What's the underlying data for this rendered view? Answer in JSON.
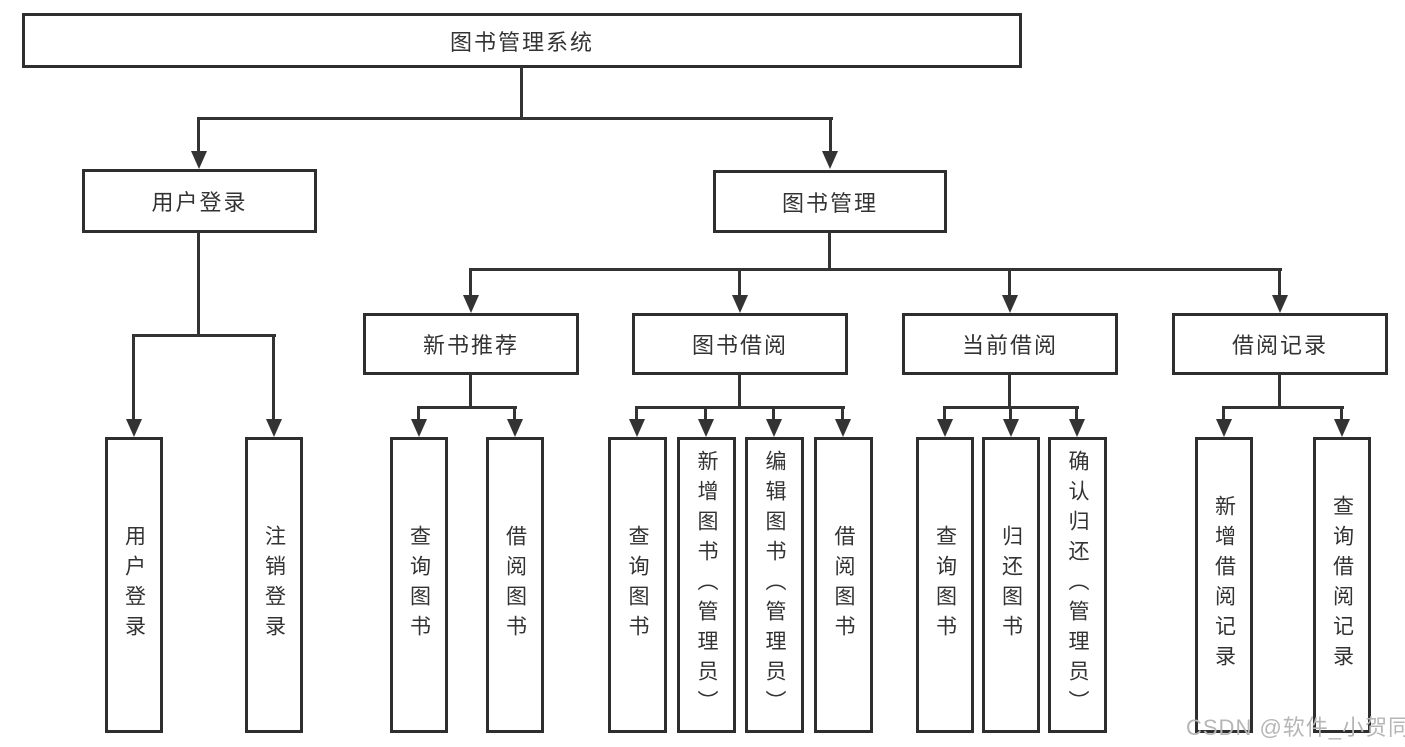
{
  "root": {
    "label": "图书管理系统"
  },
  "user_login": {
    "label": "用户登录",
    "children": [
      {
        "label": "用户登录"
      },
      {
        "label": "注销登录"
      }
    ]
  },
  "book_mgmt": {
    "label": "图书管理",
    "sections": [
      {
        "label": "新书推荐",
        "children": [
          {
            "label": "查询图书"
          },
          {
            "label": "借阅图书"
          }
        ]
      },
      {
        "label": "图书借阅",
        "children": [
          {
            "label": "查询图书"
          },
          {
            "label": "新增图书（管理员）"
          },
          {
            "label": "编辑图书（管理员）"
          },
          {
            "label": "借阅图书"
          }
        ]
      },
      {
        "label": "当前借阅",
        "children": [
          {
            "label": "查询图书"
          },
          {
            "label": "归还图书"
          },
          {
            "label": "确认归还（管理员）"
          }
        ]
      },
      {
        "label": "借阅记录",
        "children": [
          {
            "label": "新增借阅记录"
          },
          {
            "label": "查询借阅记录"
          }
        ]
      }
    ]
  },
  "watermark": "CSDN @软件_小贺同学",
  "colors": {
    "line": "#333333",
    "box_border": "#2e2e2e",
    "text": "#333333",
    "watermark": "#b6b6b6",
    "background": "#ffffff"
  }
}
